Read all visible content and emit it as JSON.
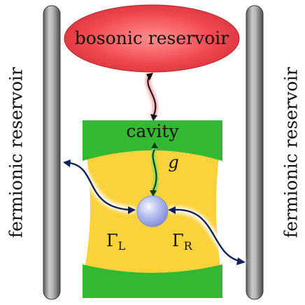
{
  "labels": {
    "bosonic_reservoir": "bosonic reservoir",
    "fermionic_reservoir_left": "fermionic reservoir",
    "fermionic_reservoir_right": "fermionic reservoir",
    "cavity": "cavity",
    "coupling": "g",
    "gamma_left_symbol": "Γ",
    "gamma_left_sub": "L",
    "gamma_right_symbol": "Γ",
    "gamma_right_sub": "R"
  },
  "colors": {
    "bosonic_reservoir_fill": "#e8343f",
    "cavity_mirror_fill": "#34b834",
    "cavity_interior_fill": "#f9d23c",
    "electrode_fill": "#8c8c8c",
    "dot_fill": "#a9b4ea",
    "arrow_bosonic": "#c8282e",
    "arrow_coupling": "#2c9b2c",
    "arrow_tunneling": "#10205a"
  }
}
